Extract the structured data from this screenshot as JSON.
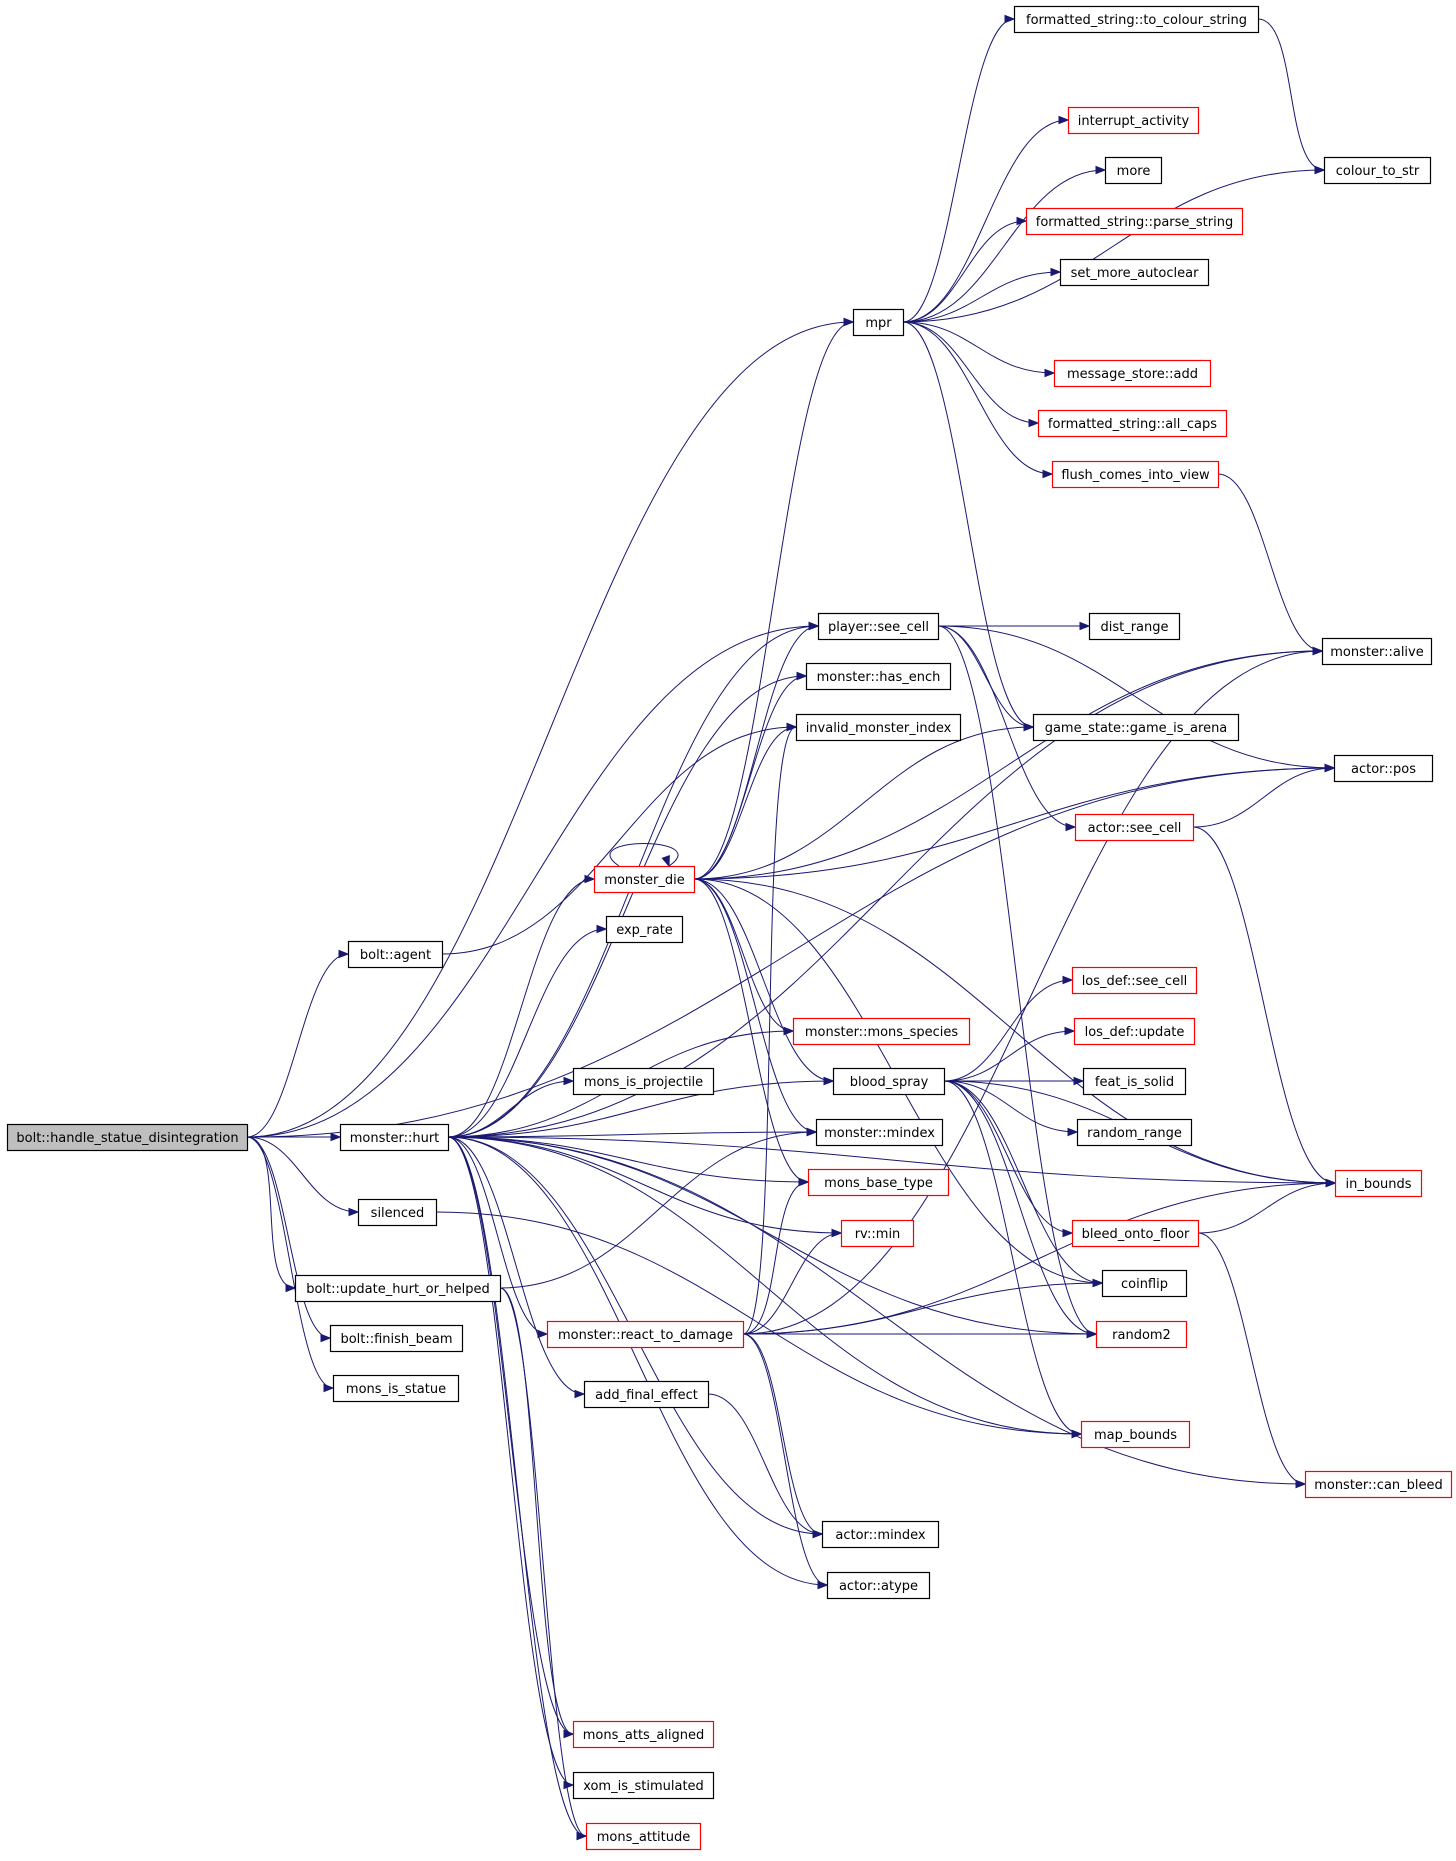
{
  "colors": {
    "edge": "#191970",
    "border_default": "#000000",
    "border_truncated": "#ff0000",
    "root_fill": "#bfbfbf"
  },
  "nodes": [
    {
      "id": "root",
      "label": "bolt::handle_statue_disintegration",
      "border": "black",
      "root": true
    },
    {
      "id": "monster_hurt",
      "label": "monster::hurt",
      "border": "black"
    },
    {
      "id": "bolt_agent",
      "label": "bolt::agent",
      "border": "black"
    },
    {
      "id": "silenced",
      "label": "silenced",
      "border": "black"
    },
    {
      "id": "update_hurt",
      "label": "bolt::update_hurt_or_helped",
      "border": "black"
    },
    {
      "id": "finish_beam",
      "label": "bolt::finish_beam",
      "border": "black"
    },
    {
      "id": "mons_is_statue",
      "label": "mons_is_statue",
      "border": "black"
    },
    {
      "id": "mpr",
      "label": "mpr",
      "border": "black"
    },
    {
      "id": "fs_to_colour",
      "label": "formatted_string::to_colour_string",
      "border": "black"
    },
    {
      "id": "interrupt",
      "label": "interrupt_activity",
      "border": "red"
    },
    {
      "id": "more",
      "label": "more",
      "border": "black"
    },
    {
      "id": "fs_parse",
      "label": "formatted_string::parse_string",
      "border": "red"
    },
    {
      "id": "set_more",
      "label": "set_more_autoclear",
      "border": "black"
    },
    {
      "id": "msg_add",
      "label": "message_store::add",
      "border": "red"
    },
    {
      "id": "fs_allcaps",
      "label": "formatted_string::all_caps",
      "border": "red"
    },
    {
      "id": "flush",
      "label": "flush_comes_into_view",
      "border": "red"
    },
    {
      "id": "colour_to_str",
      "label": "colour_to_str",
      "border": "black"
    },
    {
      "id": "player_see",
      "label": "player::see_cell",
      "border": "black"
    },
    {
      "id": "dist_range",
      "label": "dist_range",
      "border": "black"
    },
    {
      "id": "has_ench",
      "label": "monster::has_ench",
      "border": "black"
    },
    {
      "id": "invalid_mi",
      "label": "invalid_monster_index",
      "border": "black"
    },
    {
      "id": "game_arena",
      "label": "game_state::game_is_arena",
      "border": "black"
    },
    {
      "id": "alive",
      "label": "monster::alive",
      "border": "black"
    },
    {
      "id": "actor_pos",
      "label": "actor::pos",
      "border": "black"
    },
    {
      "id": "actor_see",
      "label": "actor::see_cell",
      "border": "red"
    },
    {
      "id": "monster_die",
      "label": "monster_die",
      "border": "red"
    },
    {
      "id": "exp_rate",
      "label": "exp_rate",
      "border": "black"
    },
    {
      "id": "los_see",
      "label": "los_def::see_cell",
      "border": "red"
    },
    {
      "id": "los_update",
      "label": "los_def::update",
      "border": "red"
    },
    {
      "id": "mons_species",
      "label": "monster::mons_species",
      "border": "red"
    },
    {
      "id": "mons_proj",
      "label": "mons_is_projectile",
      "border": "black"
    },
    {
      "id": "blood_spray",
      "label": "blood_spray",
      "border": "black"
    },
    {
      "id": "feat_solid",
      "label": "feat_is_solid",
      "border": "black"
    },
    {
      "id": "random_range",
      "label": "random_range",
      "border": "black"
    },
    {
      "id": "mon_mindex",
      "label": "monster::mindex",
      "border": "black"
    },
    {
      "id": "mons_base",
      "label": "mons_base_type",
      "border": "red"
    },
    {
      "id": "in_bounds",
      "label": "in_bounds",
      "border": "red"
    },
    {
      "id": "rv_min",
      "label": "rv::min",
      "border": "red"
    },
    {
      "id": "bleed",
      "label": "bleed_onto_floor",
      "border": "red"
    },
    {
      "id": "coinflip",
      "label": "coinflip",
      "border": "black"
    },
    {
      "id": "react",
      "label": "monster::react_to_damage",
      "border": "red"
    },
    {
      "id": "random2",
      "label": "random2",
      "border": "red"
    },
    {
      "id": "add_final",
      "label": "add_final_effect",
      "border": "black"
    },
    {
      "id": "map_bounds",
      "label": "map_bounds",
      "border": "red"
    },
    {
      "id": "can_bleed",
      "label": "monster::can_bleed",
      "border": "red"
    },
    {
      "id": "actor_mindex",
      "label": "actor::mindex",
      "border": "black"
    },
    {
      "id": "actor_atype",
      "label": "actor::atype",
      "border": "black"
    },
    {
      "id": "atts_aligned",
      "label": "mons_atts_aligned",
      "border": "red"
    },
    {
      "id": "xom",
      "label": "xom_is_stimulated",
      "border": "black"
    },
    {
      "id": "mons_att",
      "label": "mons_attitude",
      "border": "red"
    }
  ],
  "edges": [
    [
      "root",
      "monster_hurt"
    ],
    [
      "root",
      "bolt_agent"
    ],
    [
      "root",
      "silenced"
    ],
    [
      "root",
      "update_hurt"
    ],
    [
      "root",
      "finish_beam"
    ],
    [
      "root",
      "mons_is_statue"
    ],
    [
      "root",
      "mpr"
    ],
    [
      "root",
      "actor_pos"
    ],
    [
      "root",
      "player_see"
    ],
    [
      "mpr",
      "fs_to_colour"
    ],
    [
      "mpr",
      "interrupt"
    ],
    [
      "mpr",
      "more"
    ],
    [
      "mpr",
      "fs_parse"
    ],
    [
      "mpr",
      "set_more"
    ],
    [
      "mpr",
      "msg_add"
    ],
    [
      "mpr",
      "fs_allcaps"
    ],
    [
      "mpr",
      "flush"
    ],
    [
      "mpr",
      "colour_to_str"
    ],
    [
      "mpr",
      "game_arena"
    ],
    [
      "fs_to_colour",
      "colour_to_str"
    ],
    [
      "flush",
      "alive"
    ],
    [
      "player_see",
      "dist_range"
    ],
    [
      "player_see",
      "game_arena"
    ],
    [
      "player_see",
      "actor_see"
    ],
    [
      "player_see",
      "actor_pos"
    ],
    [
      "player_see",
      "random2"
    ],
    [
      "actor_see",
      "actor_pos"
    ],
    [
      "actor_see",
      "in_bounds"
    ],
    [
      "bolt_agent",
      "invalid_mi"
    ],
    [
      "monster_die",
      "monster_die"
    ],
    [
      "monster_die",
      "mpr"
    ],
    [
      "monster_die",
      "player_see"
    ],
    [
      "monster_die",
      "has_ench"
    ],
    [
      "monster_die",
      "invalid_mi"
    ],
    [
      "monster_die",
      "game_arena"
    ],
    [
      "monster_die",
      "alive"
    ],
    [
      "monster_die",
      "actor_pos"
    ],
    [
      "monster_die",
      "mons_species"
    ],
    [
      "monster_die",
      "mon_mindex"
    ],
    [
      "monster_die",
      "mons_base"
    ],
    [
      "monster_die",
      "in_bounds"
    ],
    [
      "monster_die",
      "blood_spray"
    ],
    [
      "monster_die",
      "coinflip"
    ],
    [
      "monster_hurt",
      "monster_die"
    ],
    [
      "monster_hurt",
      "exp_rate"
    ],
    [
      "monster_hurt",
      "mons_proj"
    ],
    [
      "monster_hurt",
      "blood_spray"
    ],
    [
      "monster_hurt",
      "mon_mindex"
    ],
    [
      "monster_hurt",
      "mons_base"
    ],
    [
      "monster_hurt",
      "rv_min"
    ],
    [
      "monster_hurt",
      "react"
    ],
    [
      "monster_hurt",
      "add_final"
    ],
    [
      "monster_hurt",
      "actor_mindex"
    ],
    [
      "monster_hurt",
      "actor_atype"
    ],
    [
      "monster_hurt",
      "atts_aligned"
    ],
    [
      "monster_hurt",
      "xom"
    ],
    [
      "monster_hurt",
      "mons_att"
    ],
    [
      "monster_hurt",
      "player_see"
    ],
    [
      "monster_hurt",
      "has_ench"
    ],
    [
      "monster_hurt",
      "alive"
    ],
    [
      "monster_hurt",
      "mons_species"
    ],
    [
      "monster_hurt",
      "random2"
    ],
    [
      "monster_hurt",
      "map_bounds"
    ],
    [
      "monster_hurt",
      "can_bleed"
    ],
    [
      "monster_hurt",
      "in_bounds"
    ],
    [
      "blood_spray",
      "los_see"
    ],
    [
      "blood_spray",
      "los_update"
    ],
    [
      "blood_spray",
      "feat_solid"
    ],
    [
      "blood_spray",
      "random_range"
    ],
    [
      "blood_spray",
      "in_bounds"
    ],
    [
      "blood_spray",
      "bleed"
    ],
    [
      "blood_spray",
      "coinflip"
    ],
    [
      "blood_spray",
      "random2"
    ],
    [
      "blood_spray",
      "map_bounds"
    ],
    [
      "bleed",
      "in_bounds"
    ],
    [
      "bleed",
      "can_bleed"
    ],
    [
      "react",
      "invalid_mi"
    ],
    [
      "react",
      "mons_base"
    ],
    [
      "react",
      "rv_min"
    ],
    [
      "react",
      "coinflip"
    ],
    [
      "react",
      "random2"
    ],
    [
      "react",
      "alive"
    ],
    [
      "react",
      "actor_mindex"
    ],
    [
      "react",
      "actor_atype"
    ],
    [
      "react",
      "in_bounds"
    ],
    [
      "add_final",
      "actor_mindex"
    ],
    [
      "update_hurt",
      "mon_mindex"
    ],
    [
      "update_hurt",
      "atts_aligned"
    ],
    [
      "update_hurt",
      "mons_att"
    ],
    [
      "silenced",
      "map_bounds"
    ]
  ]
}
